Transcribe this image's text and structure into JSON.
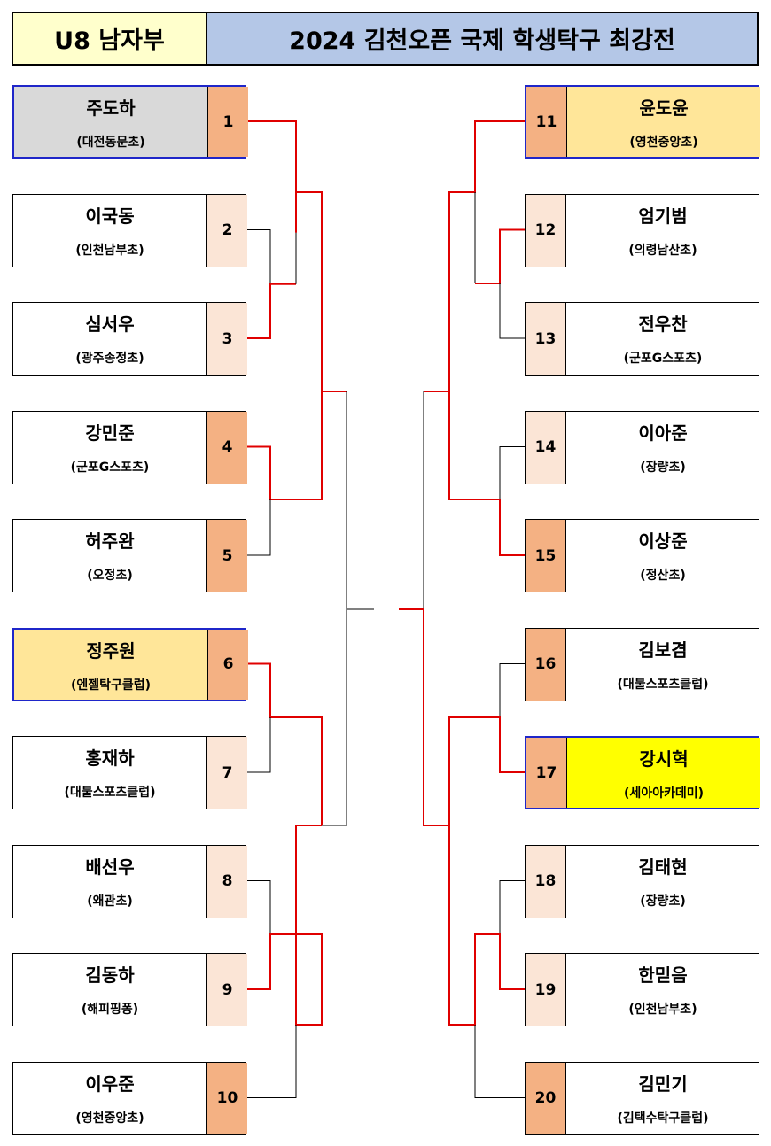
{
  "header": {
    "division": "U8 남자부",
    "title": "2024 김천오픈 국제 학생탁구 최강전"
  },
  "colors": {
    "header_left": "#ffffcc",
    "header_right": "#b4c7e7",
    "seed_dark": "#f4b183",
    "seed_light": "#fbe5d6",
    "highlight_border": "#1f26c9",
    "name_gray": "#d9d9d9",
    "name_gold": "#ffe699",
    "name_yellow": "#ffff00",
    "winner_line": "#e00000",
    "plain_line": "#000000"
  },
  "left_players": [
    {
      "seed": "1",
      "name": "주도하",
      "club": "(대전동문초)",
      "seed_style": "dark",
      "name_bg": "gray",
      "highlight": true
    },
    {
      "seed": "2",
      "name": "이국동",
      "club": "(인천남부초)",
      "seed_style": "light",
      "name_bg": "white",
      "highlight": false
    },
    {
      "seed": "3",
      "name": "심서우",
      "club": "(광주송정초)",
      "seed_style": "light",
      "name_bg": "white",
      "highlight": false
    },
    {
      "seed": "4",
      "name": "강민준",
      "club": "(군포G스포츠)",
      "seed_style": "dark",
      "name_bg": "white",
      "highlight": false
    },
    {
      "seed": "5",
      "name": "허주완",
      "club": "(오정초)",
      "seed_style": "dark",
      "name_bg": "white",
      "highlight": false
    },
    {
      "seed": "6",
      "name": "정주원",
      "club": "(엔젤탁구클럽)",
      "seed_style": "dark",
      "name_bg": "gold",
      "highlight": true
    },
    {
      "seed": "7",
      "name": "홍재하",
      "club": "(대불스포츠클럽)",
      "seed_style": "light",
      "name_bg": "white",
      "highlight": false
    },
    {
      "seed": "8",
      "name": "배선우",
      "club": "(왜관초)",
      "seed_style": "light",
      "name_bg": "white",
      "highlight": false
    },
    {
      "seed": "9",
      "name": "김동하",
      "club": "(해피핑퐁)",
      "seed_style": "light",
      "name_bg": "white",
      "highlight": false
    },
    {
      "seed": "10",
      "name": "이우준",
      "club": "(영천중앙초)",
      "seed_style": "dark",
      "name_bg": "white",
      "highlight": false
    }
  ],
  "right_players": [
    {
      "seed": "11",
      "name": "윤도윤",
      "club": "(영천중앙초)",
      "seed_style": "dark",
      "name_bg": "gold",
      "highlight": true
    },
    {
      "seed": "12",
      "name": "엄기범",
      "club": "(의령남산초)",
      "seed_style": "light",
      "name_bg": "white",
      "highlight": false
    },
    {
      "seed": "13",
      "name": "전우찬",
      "club": "(군포G스포츠)",
      "seed_style": "light",
      "name_bg": "white",
      "highlight": false
    },
    {
      "seed": "14",
      "name": "이아준",
      "club": "(장량초)",
      "seed_style": "light",
      "name_bg": "white",
      "highlight": false
    },
    {
      "seed": "15",
      "name": "이상준",
      "club": "(정산초)",
      "seed_style": "dark",
      "name_bg": "white",
      "highlight": false
    },
    {
      "seed": "16",
      "name": "김보겸",
      "club": "(대불스포츠클럽)",
      "seed_style": "dark",
      "name_bg": "white",
      "highlight": false
    },
    {
      "seed": "17",
      "name": "강시혁",
      "club": "(세아아카데미)",
      "seed_style": "dark",
      "name_bg": "yellow",
      "highlight": true
    },
    {
      "seed": "18",
      "name": "김태현",
      "club": "(장량초)",
      "seed_style": "light",
      "name_bg": "white",
      "highlight": false
    },
    {
      "seed": "19",
      "name": "한믿음",
      "club": "(인천남부초)",
      "seed_style": "light",
      "name_bg": "white",
      "highlight": false
    },
    {
      "seed": "20",
      "name": "김민기",
      "club": "(김택수탁구클럽)",
      "seed_style": "dark",
      "name_bg": "white",
      "highlight": false
    }
  ]
}
